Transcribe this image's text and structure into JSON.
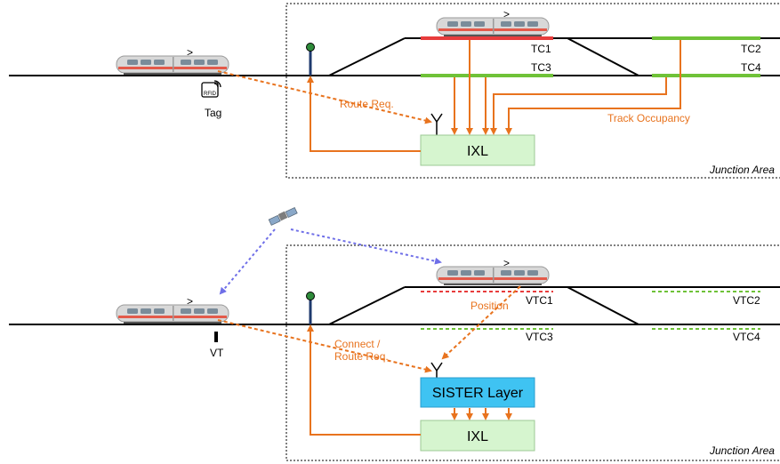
{
  "top": {
    "track_circuits": [
      "TC1",
      "TC2",
      "TC3",
      "TC4"
    ],
    "tag_label": "Tag",
    "rfid_text": "RFID",
    "route_req": "Route Req.",
    "track_occupancy": "Track Occupancy",
    "ixl": "IXL",
    "area": "Junction Area"
  },
  "bottom": {
    "virtual_track_circuits": [
      "VTC1",
      "VTC2",
      "VTC3",
      "VTC4"
    ],
    "vt_label": "VT",
    "position": "Position",
    "connect_line1": "Connect /",
    "connect_line2": "Route Req.",
    "sister": "SISTER Layer",
    "ixl": "IXL",
    "area": "Junction Area"
  },
  "train_direction": ">",
  "colors": {
    "orange": "#e8731e",
    "occupied_red": "#e83c3c",
    "free_green": "#6fc238",
    "ixl_fill": "#d6f5cf",
    "sister_fill": "#3fc3f2",
    "satellite_link": "#6f6fe8"
  }
}
